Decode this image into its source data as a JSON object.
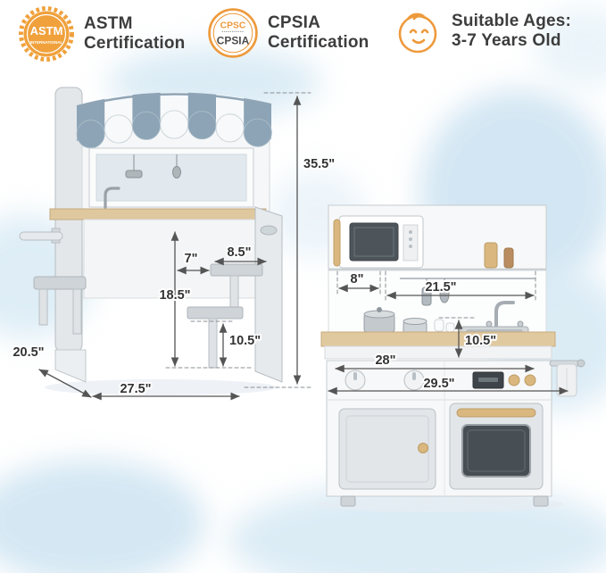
{
  "header": {
    "astm": {
      "line1": "ASTM",
      "line2": "Certification",
      "icon_text": "ASTM",
      "icon_subtext": "INTERNATIONAL"
    },
    "cpsia": {
      "line1": "CPSIA",
      "line2": "Certification",
      "icon_top": "CPSC",
      "icon_bottom": "CPSIA"
    },
    "ages": {
      "line1": "Suitable Ages:",
      "line2": "3-7 Years Old"
    }
  },
  "dimensions": {
    "left": {
      "overall_height": "35.5\"",
      "seat_gap": "7\"",
      "seat_depth": "8.5\"",
      "counter_height": "18.5\"",
      "step_height": "10.5\"",
      "depth": "20.5\"",
      "width": "27.5\""
    },
    "right": {
      "cabinet_width": "8\"",
      "shelf_width": "21.5\"",
      "counter_height": "10.5\"",
      "counter_width": "28\"",
      "overall_width": "29.5\""
    }
  },
  "colors": {
    "accent_orange": "#F0A13C",
    "stripe_blue": "#8CA4B6",
    "wood": "#DFC79E",
    "panel_gray": "#E2E6E9",
    "text_dark": "#3D3D3D",
    "watercolor_blue": "#D3E7F3"
  }
}
